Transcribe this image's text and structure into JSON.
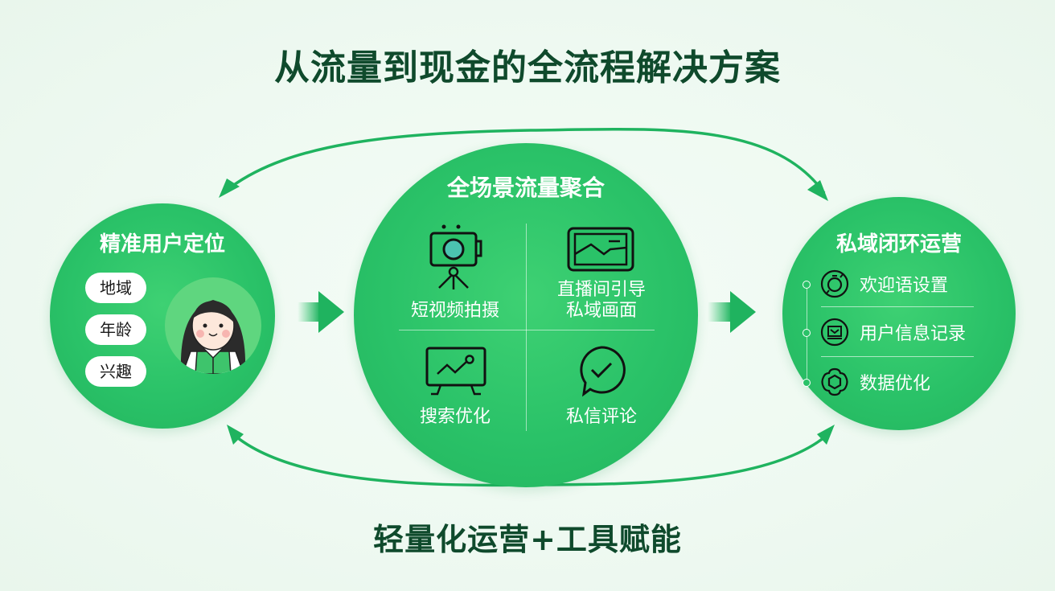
{
  "title": "从流量到现金的全流程解决方案",
  "subtitle": "轻量化运营+工具赋能",
  "colors": {
    "primary_green": "#2ac268",
    "dark_green_text": "#0f4a2c",
    "arrow_green": "#1fb35f",
    "background": "#f2fbf4"
  },
  "left_circle": {
    "title": "精准用户定位",
    "tags": [
      "地域",
      "年龄",
      "兴趣"
    ],
    "avatar": "girl-avatar"
  },
  "middle_circle": {
    "title": "全场景流量聚合",
    "items": [
      {
        "label": "短视频拍摄",
        "icon": "camera-tripod-icon"
      },
      {
        "label_line1": "直播间引导",
        "label_line2": "私域画面",
        "icon": "screen-image-icon"
      },
      {
        "label": "搜索优化",
        "icon": "chart-board-icon"
      },
      {
        "label": "私信评论",
        "icon": "chat-check-icon"
      }
    ]
  },
  "right_circle": {
    "title": "私域闭环运营",
    "items": [
      {
        "label": "欢迎语设置",
        "icon": "welcome-cycle-icon"
      },
      {
        "label": "用户信息记录",
        "icon": "user-record-icon"
      },
      {
        "label": "数据优化",
        "icon": "data-gear-icon"
      }
    ]
  }
}
